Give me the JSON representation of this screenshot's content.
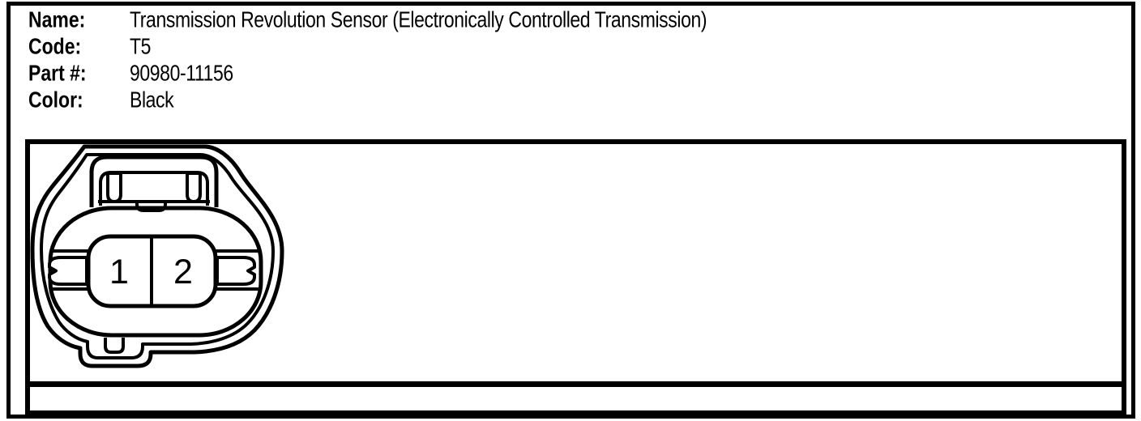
{
  "page": {
    "background": "#ffffff",
    "line_color": "#000000"
  },
  "header": {
    "fields": [
      {
        "label": "Name:",
        "value": "Transmission Revolution Sensor (Electronically Controlled Transmission)"
      },
      {
        "label": "Code:",
        "value": "T5"
      },
      {
        "label": "Part #:",
        "value": "90980-11156"
      },
      {
        "label": "Color:",
        "value": "Black"
      }
    ]
  },
  "connector": {
    "type": "2-pin connector face view with top lock tab",
    "pins": [
      "1",
      "2"
    ]
  }
}
